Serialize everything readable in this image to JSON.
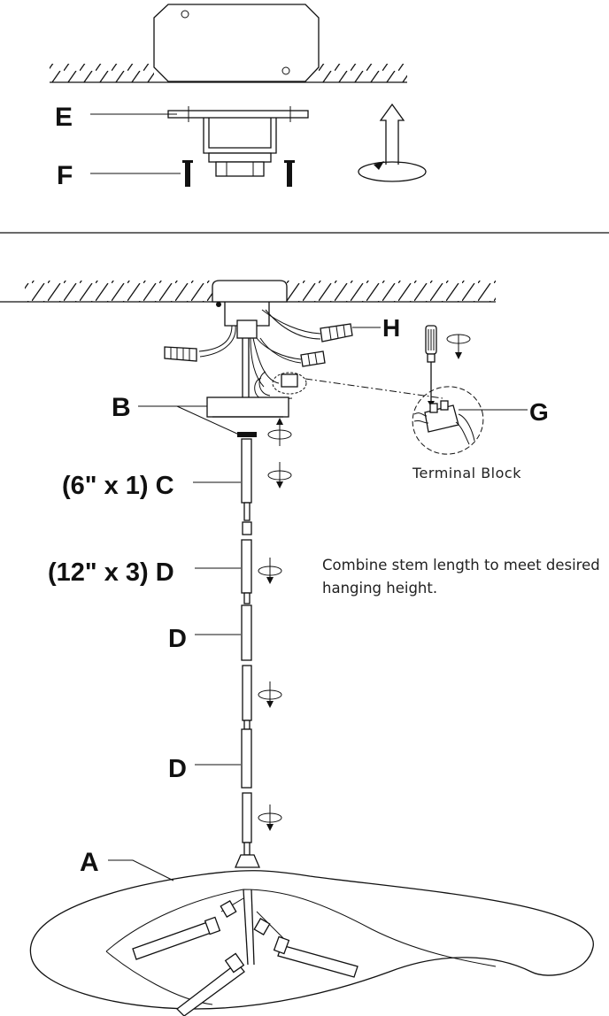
{
  "labels": {
    "E": "E",
    "F": "F",
    "H": "H",
    "B": "B",
    "G": "G",
    "C": "(6\" x 1) C",
    "D1": "(12\" x 3) D",
    "D2": "D",
    "D3": "D",
    "A": "A"
  },
  "terminal_block_caption": "Terminal  Block",
  "note_line1": "Combine stem length to meet desired",
  "note_line2": "hanging height."
}
